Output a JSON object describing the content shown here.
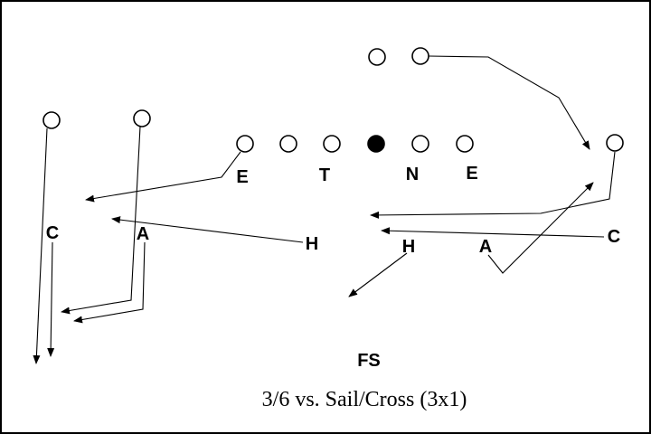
{
  "diagram": {
    "title": "3/6 vs. Sail/Cross (3x1)",
    "colors": {
      "ink": "#000000",
      "paper": "#ffffff",
      "border": "#000000"
    },
    "defense_labels": {
      "left_end": "E",
      "tackle": "T",
      "nose": "N",
      "right_end": "E",
      "left_corner": "C",
      "left_apex": "A",
      "left_hook": "H",
      "right_hook": "H",
      "right_apex": "A",
      "right_corner": "C",
      "free_safety": "FS"
    }
  }
}
